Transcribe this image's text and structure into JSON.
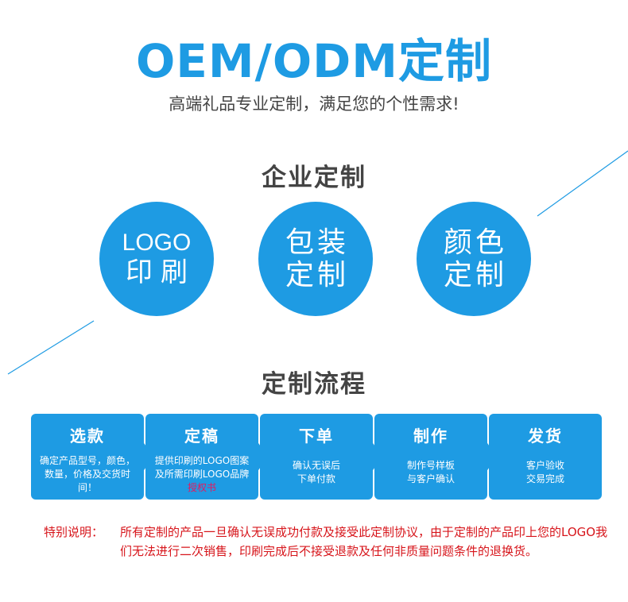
{
  "header": {
    "title": "OEM/ODM定制",
    "subtitle": "高端礼品专业定制，满足您的个性需求!"
  },
  "enterprise": {
    "heading": "企业定制",
    "circles": [
      {
        "line1": "LOGO",
        "line2": "印刷"
      },
      {
        "line1": "包装",
        "line2": "定制"
      },
      {
        "line1": "颜色",
        "line2": "定制"
      }
    ]
  },
  "process": {
    "heading": "定制流程",
    "steps": [
      {
        "title": "选款",
        "desc": "确定产品型号，颜色，数量，价格及交货时间！"
      },
      {
        "title": "定稿",
        "desc": "提供印刷的LOGO图案及所需印刷LOGO品牌",
        "desc_highlight": "授权书"
      },
      {
        "title": "下单",
        "desc_line1": "确认无误后",
        "desc_line2": "下单付款"
      },
      {
        "title": "制作",
        "desc_line1": "制作号样板",
        "desc_line2": "与客户确认"
      },
      {
        "title": "发货",
        "desc_line1": "客户验收",
        "desc_line2": "交易完成"
      }
    ]
  },
  "note": {
    "label": "特别说明：",
    "text": "所有定制的产品一旦确认无误成功付款及接受此定制协议，由于定制的产品印上您的LOGO我们无法进行二次销售，印刷完成后不接受退款及任何非质量问题条件的退换货。"
  },
  "colors": {
    "accent": "#1e9be3",
    "heading_text": "#444444",
    "note_red": "#d7151b",
    "highlight_pink": "#e8175d"
  }
}
